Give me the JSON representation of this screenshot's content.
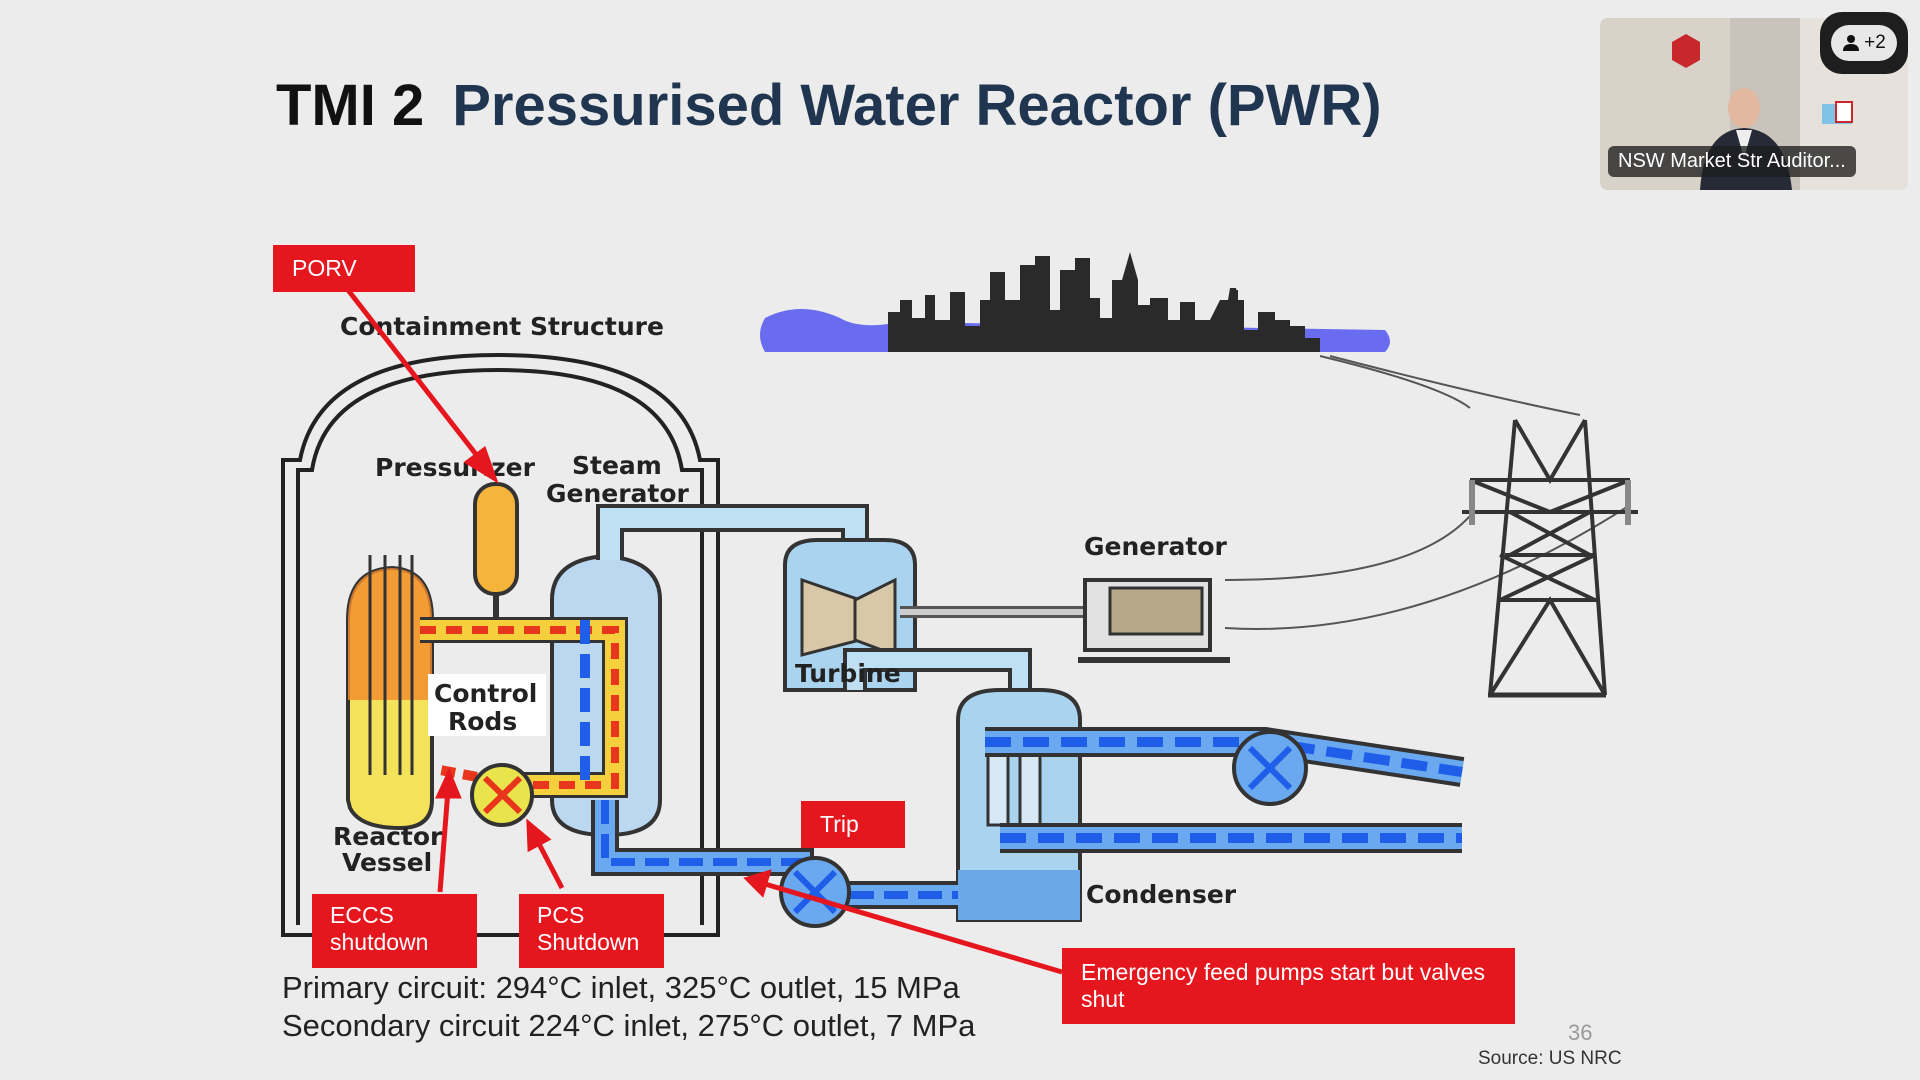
{
  "slide": {
    "title_prefix": "TMI 2",
    "title_main": "Pressurised Water Reactor (PWR)",
    "labels": {
      "containment": "Containment Structure",
      "pressurizer": "Pressurizer",
      "steam_generator_1": "Steam",
      "steam_generator_2": "Generator",
      "generator": "Generator",
      "control_rods_1": "Control",
      "control_rods_2": "Rods",
      "turbine": "Turbine",
      "reactor_vessel_1": "Reactor",
      "reactor_vessel_2": "Vessel",
      "condenser": "Condenser"
    },
    "callouts": {
      "porv": "PORV",
      "trip": "Trip",
      "eccs_1": "ECCS",
      "eccs_2": "shutdown",
      "pcs_1": "PCS",
      "pcs_2": "Shutdown",
      "emergency_1": "Emergency feed pumps start but valves",
      "emergency_2": "shut"
    },
    "primary_circuit": "Primary circuit: 294°C inlet, 325°C outlet, 15 MPa",
    "secondary_circuit": "Secondary circuit 224°C inlet, 275°C outlet, 7 MPa",
    "page_number": "36",
    "source": "Source: US NRC"
  },
  "video": {
    "participant_name": "NSW Market Str Auditor...",
    "participants_badge": "+2"
  },
  "colors": {
    "callout_red": "#e5161d",
    "title_blue": "#1f3550",
    "primary_loop": "#e8361c",
    "secondary_loop": "#1e5ee8"
  }
}
